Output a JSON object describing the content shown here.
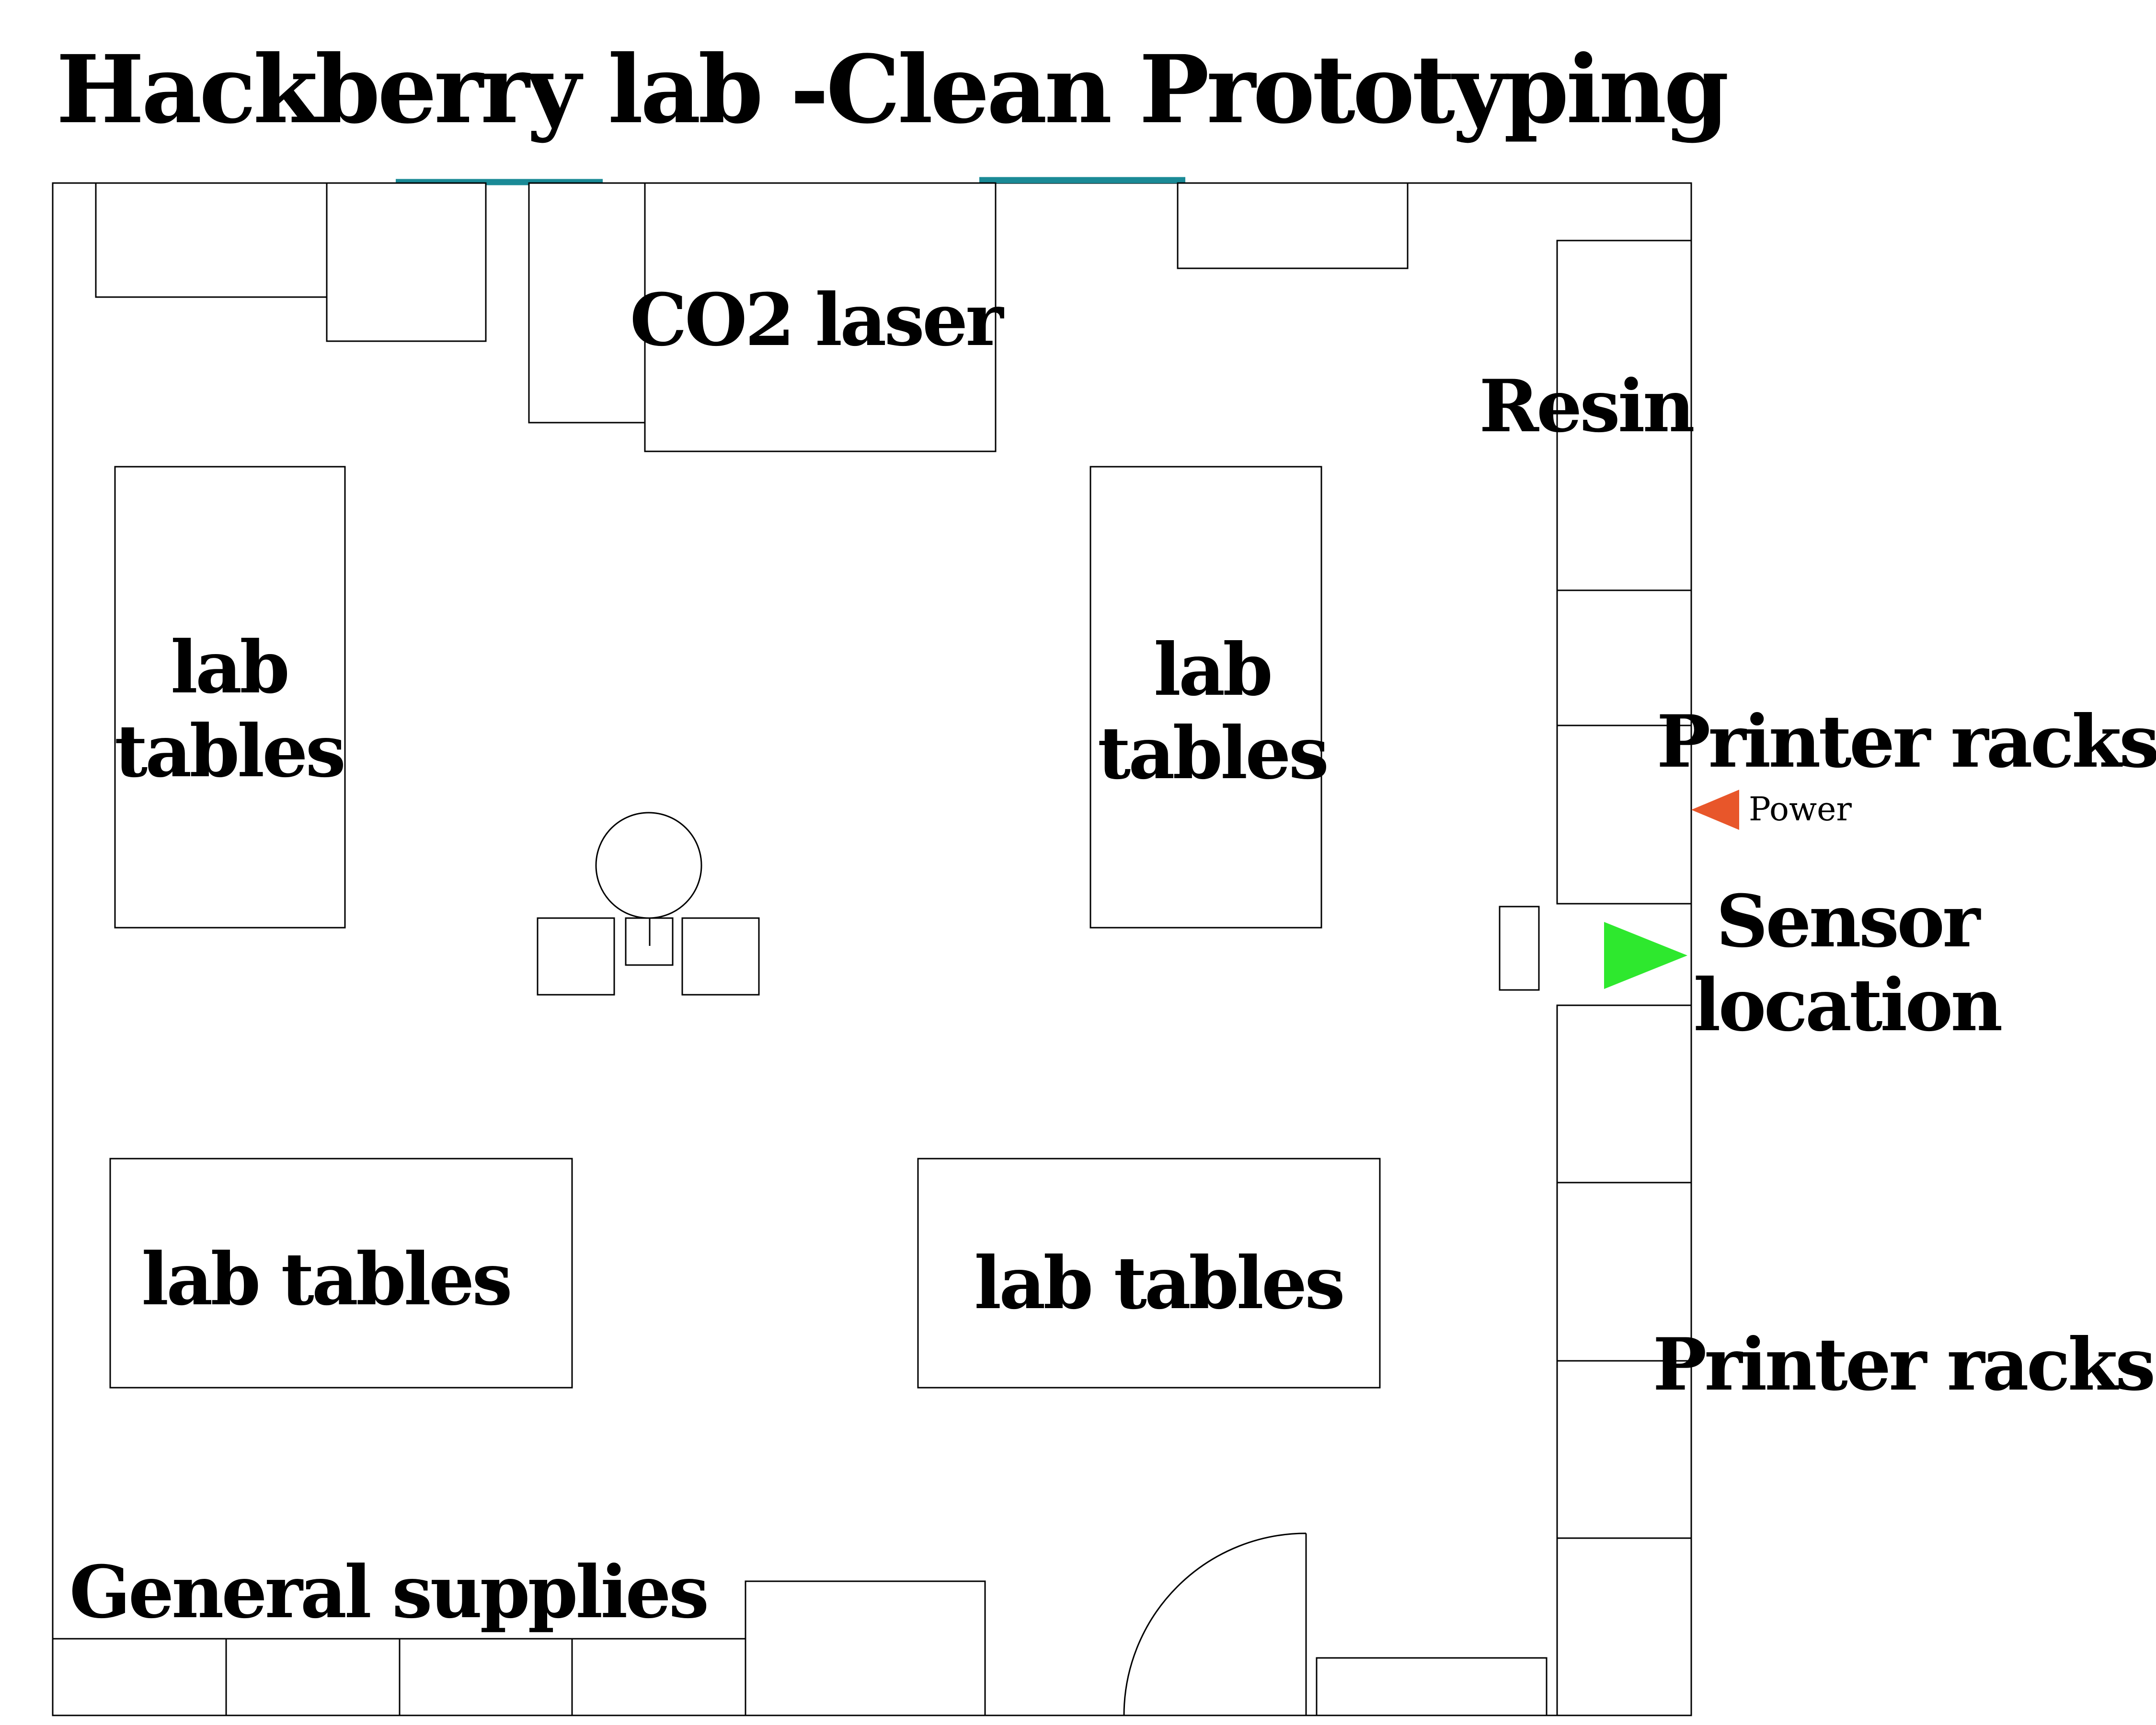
{
  "title": "Hackberry lab -Clean Prototyping",
  "labels": {
    "co2_laser": "CO2 laser",
    "resin": "Resin",
    "lab_tables_tl": [
      "lab",
      "tables"
    ],
    "lab_tables_tr": [
      "lab",
      "tables"
    ],
    "lab_tables_bl": "lab tables",
    "lab_tables_br": "lab tables",
    "printer_racks_top": "Printer racks",
    "printer_racks_bottom": "Printer racks",
    "power": "Power",
    "sensor_location": [
      "Sensor",
      "location"
    ],
    "general_supplies": "General supplies"
  },
  "colors": {
    "window": "#1a8a96",
    "power_marker": "#e8562a",
    "sensor_marker": "#2ee82e"
  },
  "icons": {
    "power_marker": "triangle-left",
    "sensor_marker": "triangle-right"
  }
}
